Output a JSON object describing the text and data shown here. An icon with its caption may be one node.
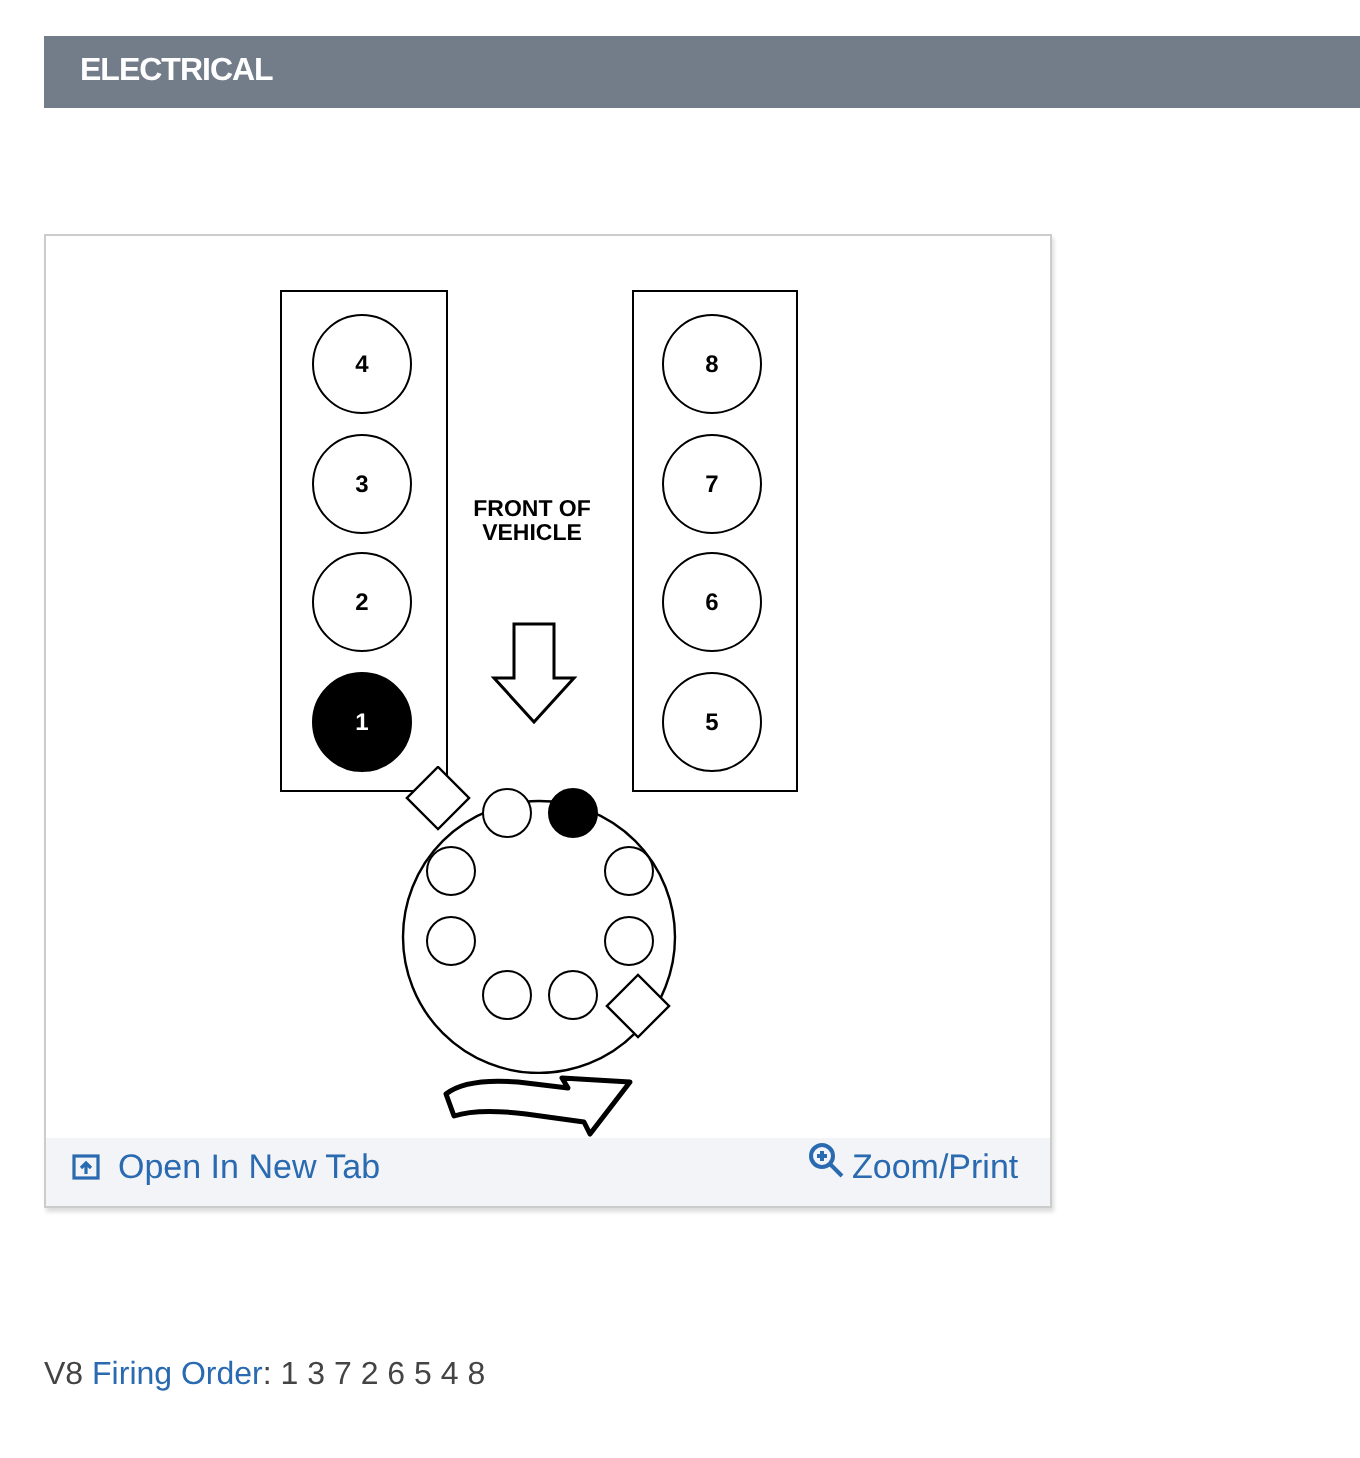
{
  "diagram": {
    "title": "ELECTRICAL",
    "nodes": [
      {
        "text": [],
        "shape": "box"
      },
      {
        "text": [
          "4"
        ],
        "in": 0
      },
      {
        "text": [
          "3"
        ],
        "in": 0
      },
      {
        "text": [
          "2"
        ],
        "in": 0
      },
      {
        "text": [
          "1"
        ],
        "in": 0
      },
      {
        "text": [],
        "shape": "box"
      },
      {
        "text": [
          "8"
        ],
        "in": 5
      },
      {
        "text": [
          "7"
        ],
        "in": 5
      },
      {
        "text": [
          "6"
        ],
        "in": 5
      },
      {
        "text": [
          "5"
        ],
        "in": 5
      },
      {
        "text": [],
        "shape": "circle"
      },
      {
        "text": [],
        "shape": "circle",
        "in": 10
      },
      {
        "text": [],
        "shape": "circle",
        "in": 10
      },
      {
        "text": [],
        "shape": "circle",
        "in": 10
      },
      {
        "text": [],
        "shape": "circle",
        "in": 10
      },
      {
        "text": [],
        "shape": "circle",
        "in": 10
      },
      {
        "text": [],
        "shape": "circle",
        "in": 10
      },
      {
        "text": [],
        "shape": "circle",
        "in": 10
      },
      {
        "text": [],
        "shape": "circle",
        "in": 10
      }
    ],
    "edges": [],
    "labels": [
      "FRONT OF VEHICLE",
      "Open In New Tab",
      "Zoom/Print",
      "V8",
      "Firing Order",
      ": 1 3 7 2 6 5 4 8"
    ]
  }
}
